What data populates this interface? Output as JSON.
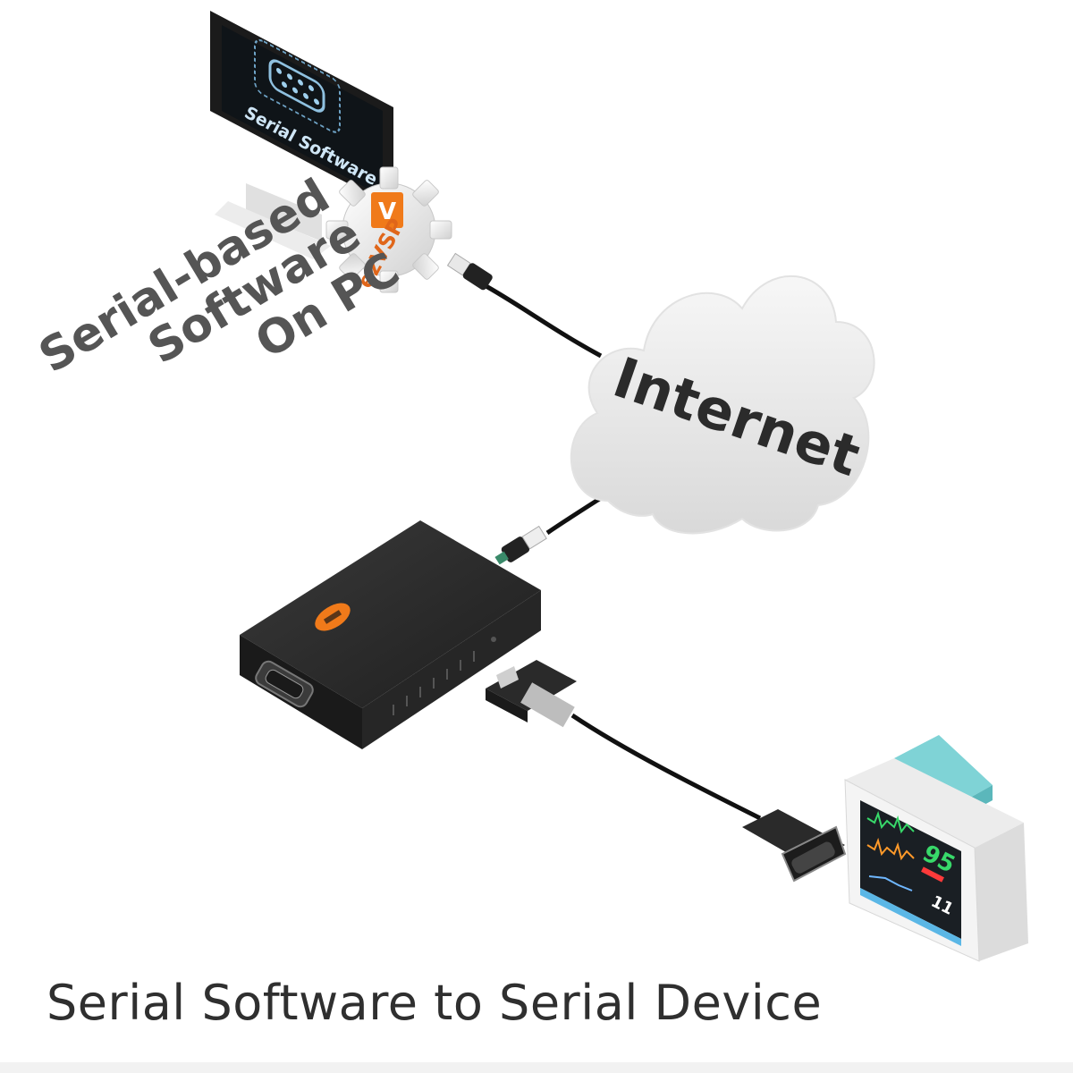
{
  "pc": {
    "screen_label": "Serial Software",
    "side_label_lines": [
      "Serial-based",
      "Software",
      "On PC"
    ]
  },
  "ezvsp": {
    "logo_letter": "V",
    "name": "ezVSP"
  },
  "cloud": {
    "label": "Internet"
  },
  "monitor_device": {
    "reading": "95",
    "secondary_reading": "11"
  },
  "caption": "Serial Software to Serial Device",
  "colors": {
    "orange": "#f07a1a",
    "cable": "#111111",
    "cloud_shadow": "#d8d8d8",
    "device_body": "#2a2a2a",
    "monitor_cap": "#7fd3d6"
  }
}
